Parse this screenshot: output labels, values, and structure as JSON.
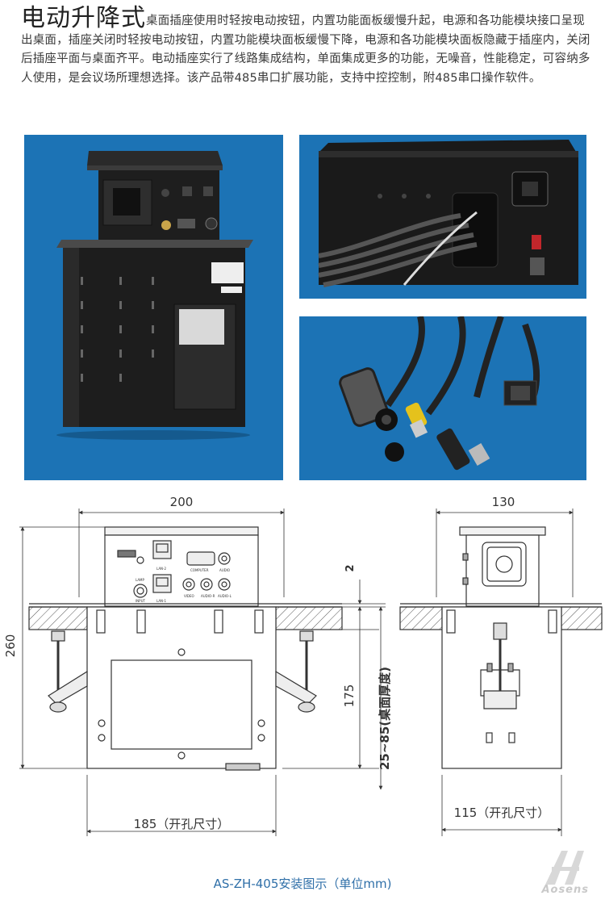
{
  "intro": {
    "title": "电动升降式",
    "body": "桌面插座使用时轻按电动按钮，内置功能面板缓慢升起，电源和各功能模块接口呈现出桌面，插座关闭时轻按电动按钮，内置功能模块面板缓慢下降，电源和各功能模块面板隐藏于插座内，关闭后插座平面与桌面齐平。电动插座实行了线路集成结构，单面集成更多的功能，无噪音，性能稳定，可容纳多人使用，是会议场所理想选择。该产品带485串口扩展功能，支持中控控制，附485串口操作软件。"
  },
  "colors": {
    "photo_bg": "#1c73b5",
    "caption": "#2f6fa8",
    "line": "#333333"
  },
  "front_view": {
    "width_label": "200",
    "height_label": "260",
    "lift_label": "2",
    "depth_label": "175",
    "desk_label": "25~85(桌面厚度)",
    "cutout_label": "185（开孔尺寸）",
    "panel_labels": {
      "lan1": "LAN-1",
      "lan2": "LAN-2",
      "computer": "COMPUTER",
      "audio": "AUDIO",
      "video": "VIDEO",
      "audio_r": "AUDIO-R",
      "audio_l": "AUDIO-L",
      "lamp": "LAMP",
      "input": "INPUT"
    }
  },
  "side_view": {
    "width_label": "130",
    "cutout_label": "115（开孔尺寸）"
  },
  "caption": "AS-ZH-405安装图示（单位mm)",
  "logo": "Aosens"
}
